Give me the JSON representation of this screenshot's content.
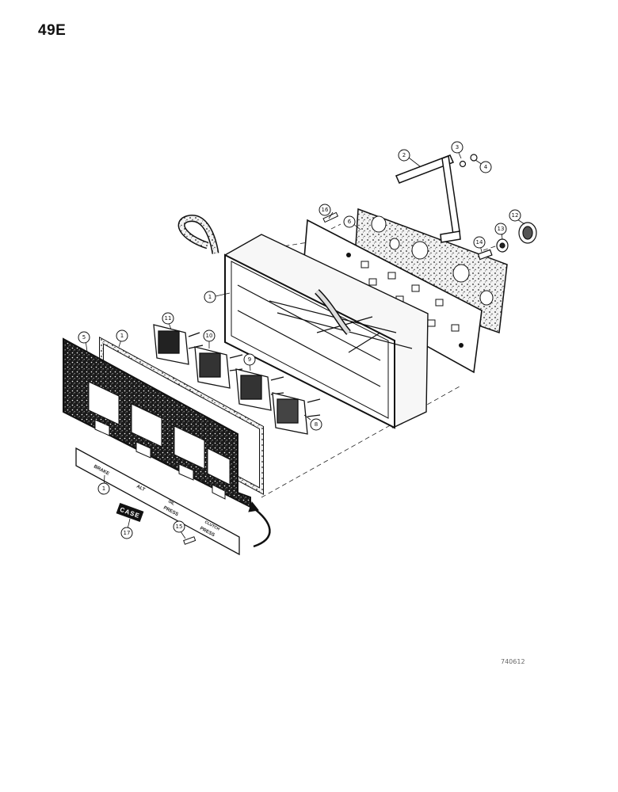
{
  "page": {
    "number": "49E",
    "figure_code": "740612"
  },
  "callouts": [
    {
      "id": "c1",
      "label": "1"
    },
    {
      "id": "c2",
      "label": "2"
    },
    {
      "id": "c3",
      "label": "3"
    },
    {
      "id": "c4",
      "label": "4"
    },
    {
      "id": "c5",
      "label": "5"
    },
    {
      "id": "c6",
      "label": "6"
    },
    {
      "id": "c7",
      "label": "1"
    },
    {
      "id": "c8",
      "label": "8"
    },
    {
      "id": "c9",
      "label": "9"
    },
    {
      "id": "c10",
      "label": "10"
    },
    {
      "id": "c11",
      "label": "11"
    },
    {
      "id": "c12",
      "label": "12"
    },
    {
      "id": "c13",
      "label": "13"
    },
    {
      "id": "c14",
      "label": "14"
    },
    {
      "id": "c15",
      "label": "15"
    },
    {
      "id": "c16",
      "label": "16"
    },
    {
      "id": "c17",
      "label": "17"
    },
    {
      "id": "c18",
      "label": "1"
    }
  ],
  "plate": {
    "label_brake": "BRAKE",
    "label_alt": "ALT",
    "label_oil": "OIL",
    "label_press": "PRESS",
    "label_clutch": "CLUTCH",
    "label_press2": "PRESS"
  },
  "badge": {
    "text": "CASE"
  }
}
